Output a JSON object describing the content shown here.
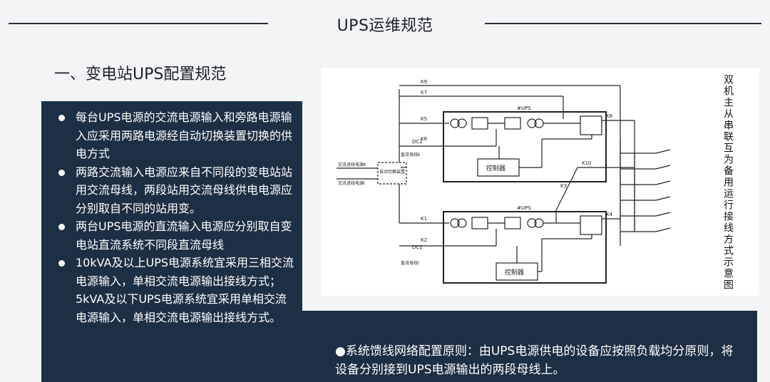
{
  "header": {
    "title": "UPS运维规范"
  },
  "section": {
    "heading": "一、变电站UPS配置规范"
  },
  "bullets": [
    "每台UPS电源的交流电源输入和旁路电源输入应采用两路电源经自动切换装置切换的供电方式",
    "两路交流输入电源应来自不同段的变电站站用交流母线，两段站用交流母线供电电源应分别取自不同的站用变。",
    "两台UPS电源的直流输入电源应分别取自变电站直流系统不同段直流母线",
    "10kVA及以上UPS电源系统宜采用三相交流电源输入，单相交流电源输出接线方式；5kVA及以下UPS电源系统宜采用单相交流电源输入，单相交流电源输出接线方式。"
  ],
  "diagram": {
    "caption": "双机主从串联互为备用运行接线方式示意图",
    "labels": {
      "k9": "K9",
      "k7": "K7",
      "k5": "K5",
      "k6": "K6",
      "k8": "K8",
      "k10": "K10",
      "k3": "K3",
      "k1": "K1",
      "k2": "K2",
      "k4": "K4",
      "dc2": "DC2",
      "dc1": "DC1",
      "ups2": "#UPS",
      "ups1": "#UPS",
      "ac_source_1": "交流进线电源Ⅱ",
      "ac_source_2": "交流进线电源Ⅰ",
      "ats": "自动切换装置",
      "dc_bus_2": "直流母线Ⅱ",
      "dc_bus_1": "直流母线Ⅰ",
      "controller_top": "控制器",
      "controller_bottom": "控制器"
    }
  },
  "footer": {
    "principle": "●系统馈线网络配置原则：由UPS电源供电的设备应按照负载均分原则，将设备分别接到UPS电源输出的两段母线上。"
  }
}
